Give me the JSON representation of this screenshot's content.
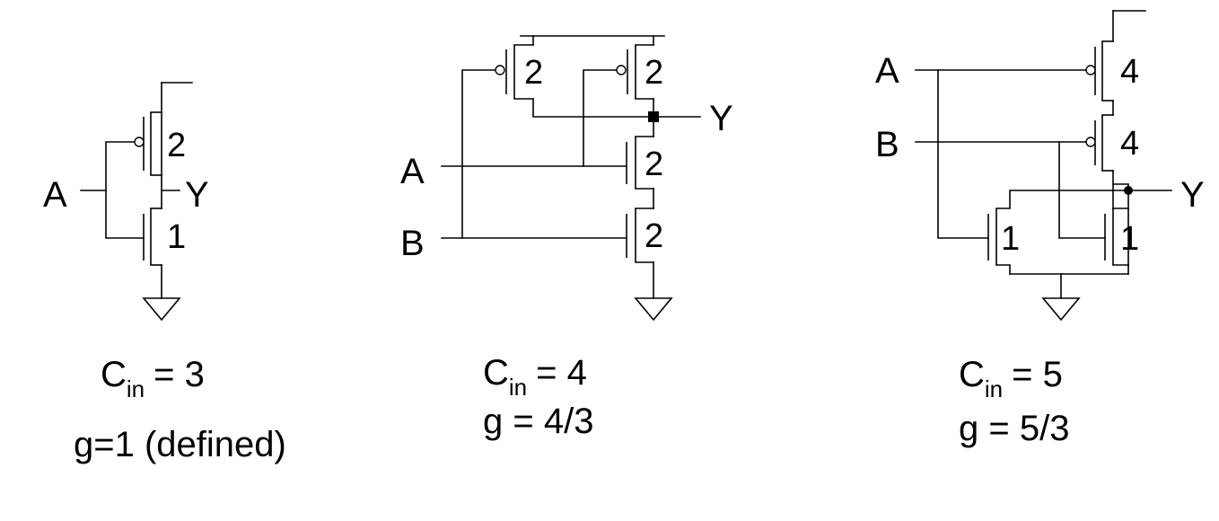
{
  "circuits": {
    "inverter": {
      "input_a": "A",
      "output_y": "Y",
      "pmos_width": "2",
      "nmos_width": "1",
      "cin_symbol": "C",
      "cin_sub": "in",
      "cin_value": "= 3",
      "effort": "g=1 (defined)"
    },
    "nand": {
      "input_a": "A",
      "input_b": "B",
      "output_y": "Y",
      "pmos_a_width": "2",
      "pmos_b_width": "2",
      "nmos_a_width": "2",
      "nmos_b_width": "2",
      "cin_symbol": "C",
      "cin_sub": "in",
      "cin_value": "= 4",
      "effort": "g = 4/3"
    },
    "nor": {
      "input_a": "A",
      "input_b": "B",
      "output_y": "Y",
      "pmos_a_width": "4",
      "pmos_b_width": "4",
      "nmos_a_width": "1",
      "nmos_b_width": "1",
      "cin_symbol": "C",
      "cin_sub": "in",
      "cin_value": "= 5",
      "effort": "g = 5/3"
    }
  }
}
